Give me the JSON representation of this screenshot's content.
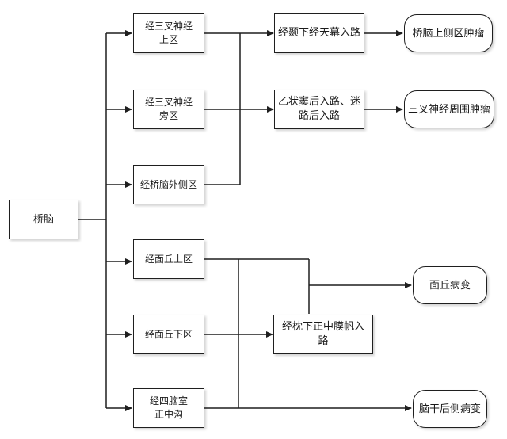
{
  "diagram": {
    "root": "桥脑",
    "approaches": [
      "经三叉神经\n上区",
      "经三叉神经\n旁区",
      "经桥脑外侧区",
      "经面丘上区",
      "经面丘下区",
      "经四脑室\n正中沟"
    ],
    "routes": [
      "经颞下经天幕入路",
      "乙状窦后入路、迷\n路后入路",
      "经枕下正中膜帆入路"
    ],
    "targets": [
      "桥脑上侧区肿瘤",
      "三叉神经周围肿瘤",
      "面丘病变",
      "脑干后侧病变"
    ]
  }
}
